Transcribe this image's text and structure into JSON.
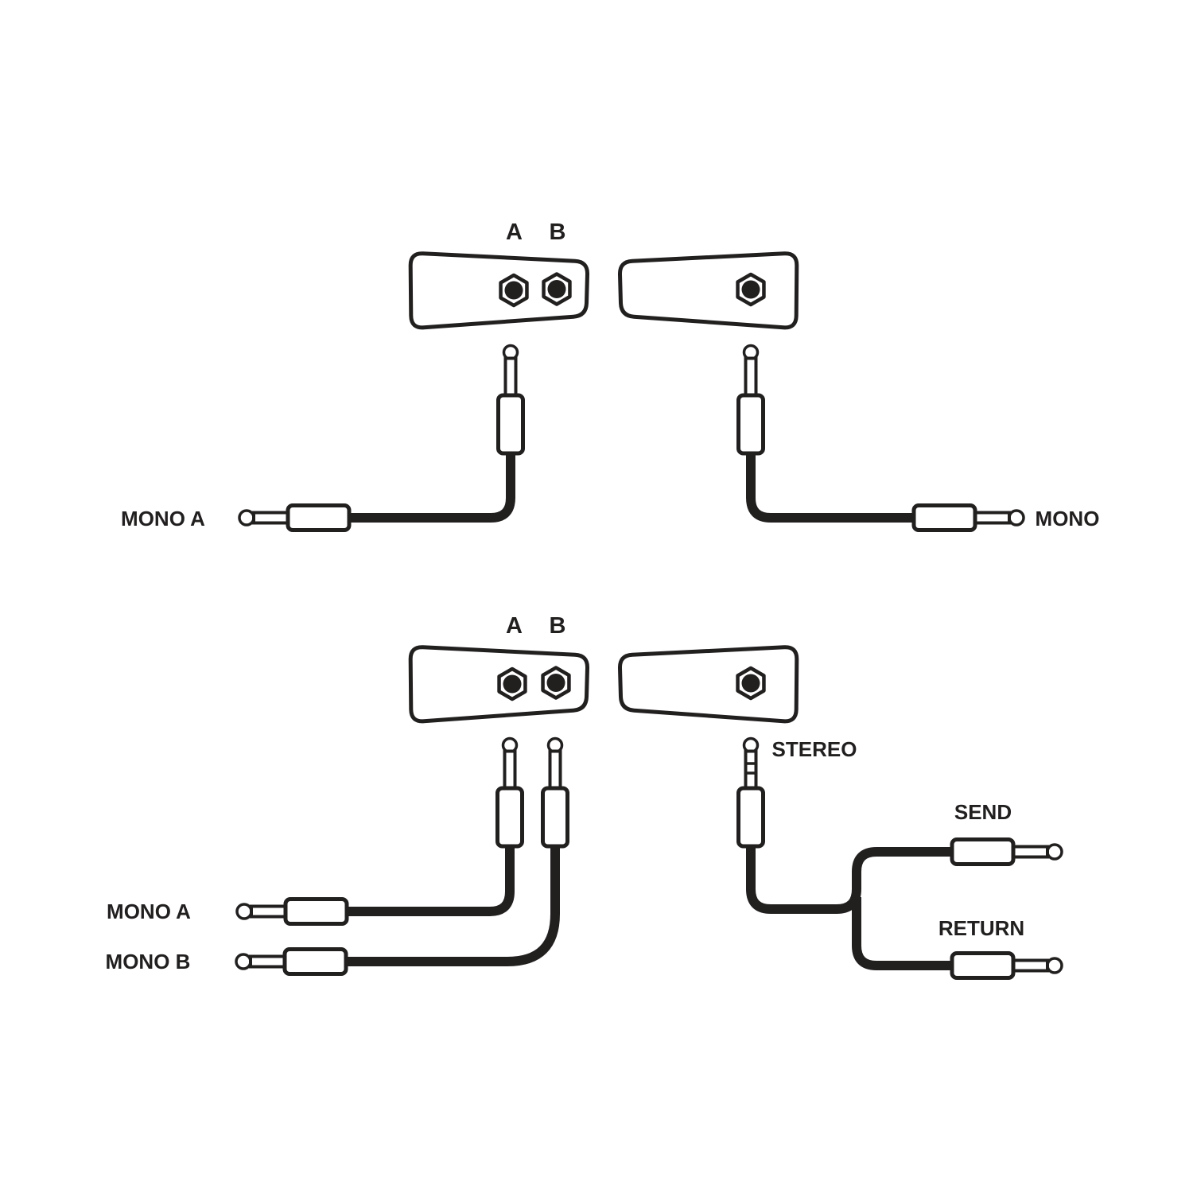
{
  "colors": {
    "background": "#ffffff",
    "ink": "#221f1f"
  },
  "diagram": {
    "top_left": {
      "jack_a": "A",
      "jack_b": "B",
      "cable_label": "MONO A"
    },
    "top_right": {
      "cable_label": "MONO"
    },
    "bottom_left": {
      "jack_a": "A",
      "jack_b": "B",
      "cable_a_label": "MONO A",
      "cable_b_label": "MONO B"
    },
    "bottom_right": {
      "plug_label": "STEREO",
      "send_label": "SEND",
      "return_label": "RETURN"
    }
  }
}
